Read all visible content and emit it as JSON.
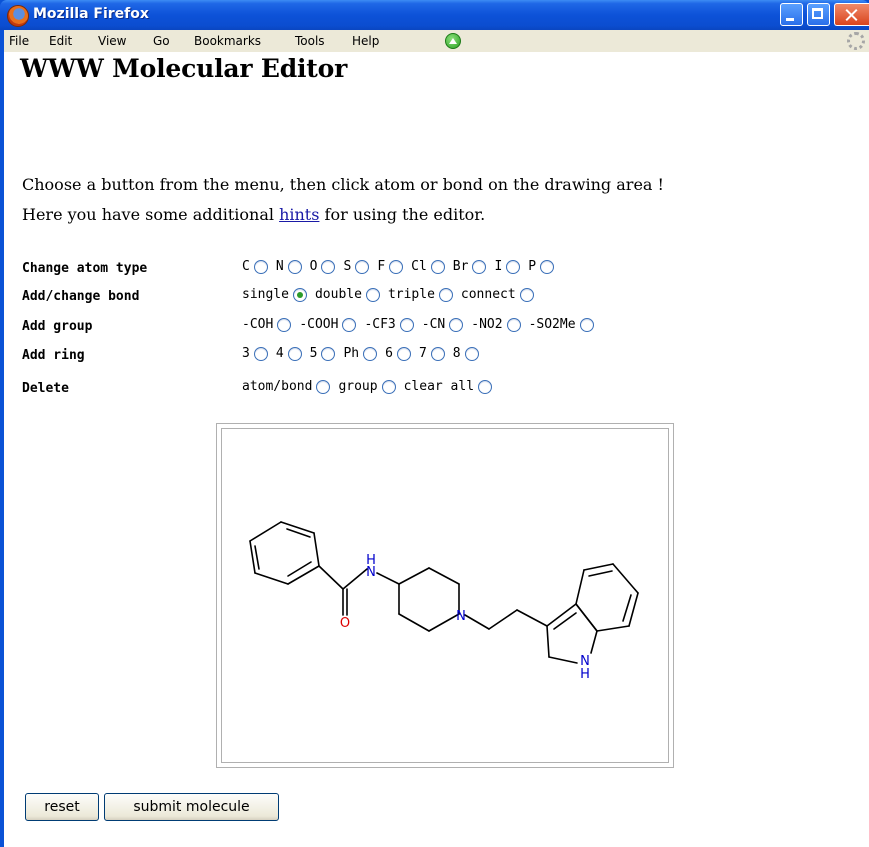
{
  "window": {
    "title": "Mozilla Firefox",
    "icons": [
      "firefox-logo-icon",
      "minimize-icon",
      "maximize-icon",
      "close-icon"
    ]
  },
  "menubar": {
    "items": [
      "File",
      "Edit",
      "View",
      "Go",
      "Bookmarks",
      "Tools",
      "Help"
    ]
  },
  "page": {
    "title": "WWW Molecular Editor",
    "intro_line1": "Choose a button from the menu, then click atom or bond on the drawing area !",
    "intro_line2_before": "Here you have some additional ",
    "intro_link": "hints",
    "intro_line2_after": " for using the editor."
  },
  "controls": [
    {
      "label": "Change atom type",
      "options": [
        "C",
        "N",
        "O",
        "S",
        "F",
        "Cl",
        "Br",
        "I",
        "P"
      ],
      "selected": -1
    },
    {
      "label": "Add/change bond",
      "options": [
        "single",
        "double",
        "triple",
        "connect"
      ],
      "selected": 0
    },
    {
      "label": "Add group",
      "options": [
        "-COH",
        "-COOH",
        "-CF3",
        "-CN",
        "-NO2",
        "-SO2Me"
      ],
      "selected": -1
    },
    {
      "label": "Add ring",
      "options": [
        "3",
        "4",
        "5",
        "Ph",
        "6",
        "7",
        "8"
      ],
      "selected": -1
    },
    {
      "label": "Delete",
      "options": [
        "atom/bond",
        "group",
        "clear all"
      ],
      "selected": -1
    }
  ],
  "molecule": {
    "atom_labels": {
      "amide_n": "N",
      "amide_h": "H",
      "oxygen": "O",
      "piperidine_n": "N",
      "indole_n": "N",
      "indole_h": "H"
    },
    "colors": {
      "bond": "#000000",
      "nitrogen": "#0000cc",
      "oxygen": "#dd0000"
    }
  },
  "buttons": {
    "reset": "reset",
    "submit": "submit molecule"
  }
}
